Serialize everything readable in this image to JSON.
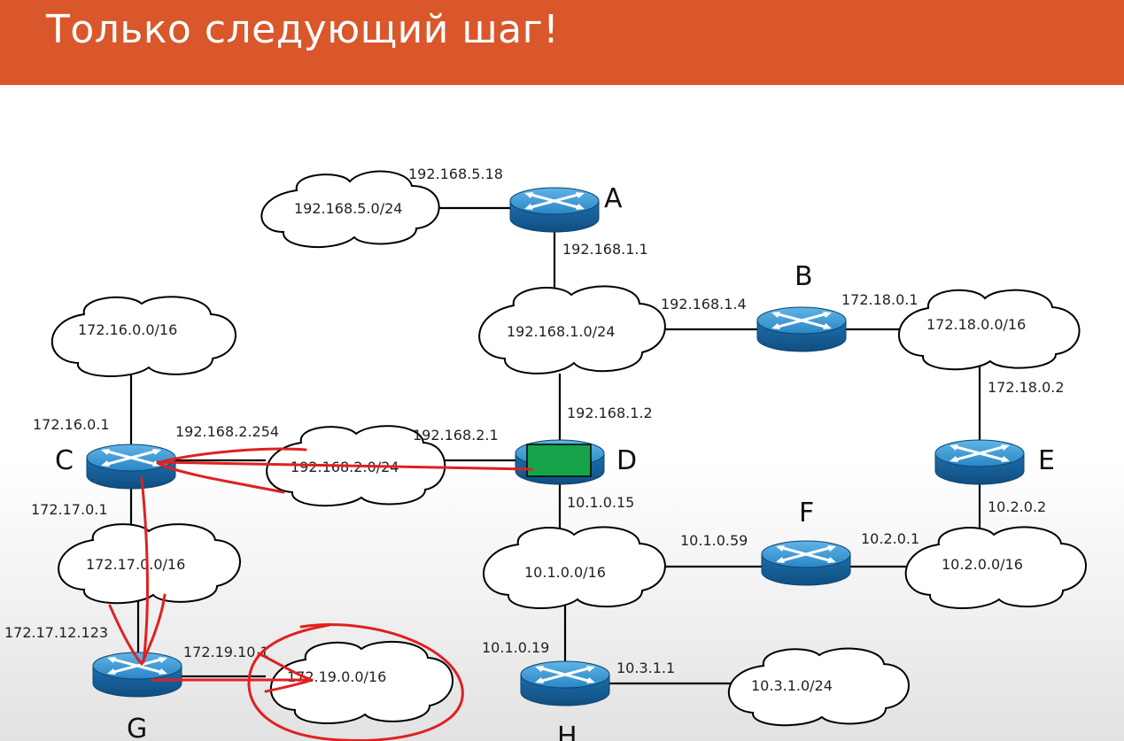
{
  "slide": {
    "title": "Только следующий шаг!"
  },
  "routers": {
    "A": {
      "label": "A"
    },
    "B": {
      "label": "B"
    },
    "C": {
      "label": "C"
    },
    "D": {
      "label": "D"
    },
    "E": {
      "label": "E"
    },
    "F": {
      "label": "F"
    },
    "G": {
      "label": "G"
    },
    "H": {
      "label": "H"
    }
  },
  "networks": {
    "n5": "192.168.5.0/24",
    "n1": "192.168.1.0/24",
    "n16": "172.16.0.0/16",
    "n18": "172.18.0.0/16",
    "n2": "192.168.2.0/24",
    "n17": "172.17.0.0/16",
    "n10_1": "10.1.0.0/16",
    "n10_2": "10.2.0.0/16",
    "n19": "172.19.0.0/16",
    "n10_3": "10.3.1.0/24"
  },
  "interfaces": {
    "a_5": "192.168.5.18",
    "a_1": "192.168.1.1",
    "b_1": "192.168.1.4",
    "b_18": "172.18.0.1",
    "e_18": "172.18.0.2",
    "e_2": "10.2.0.2",
    "c_16": "172.16.0.1",
    "c_2": "192.168.2.254",
    "c_17": "172.17.0.1",
    "d_2": "192.168.2.1",
    "d_1": "192.168.1.2",
    "d_10": "10.1.0.15",
    "f_1": "10.1.0.59",
    "f_2": "10.2.0.1",
    "g_17": "172.17.12.123",
    "g_19": "172.19.10.1",
    "h_1": "10.1.0.19",
    "h_3": "10.3.1.1"
  },
  "colors": {
    "title_bar": "#d9572b",
    "router": "#1f7fbf",
    "annotation": "#e02020",
    "highlight": "#16a34a"
  }
}
